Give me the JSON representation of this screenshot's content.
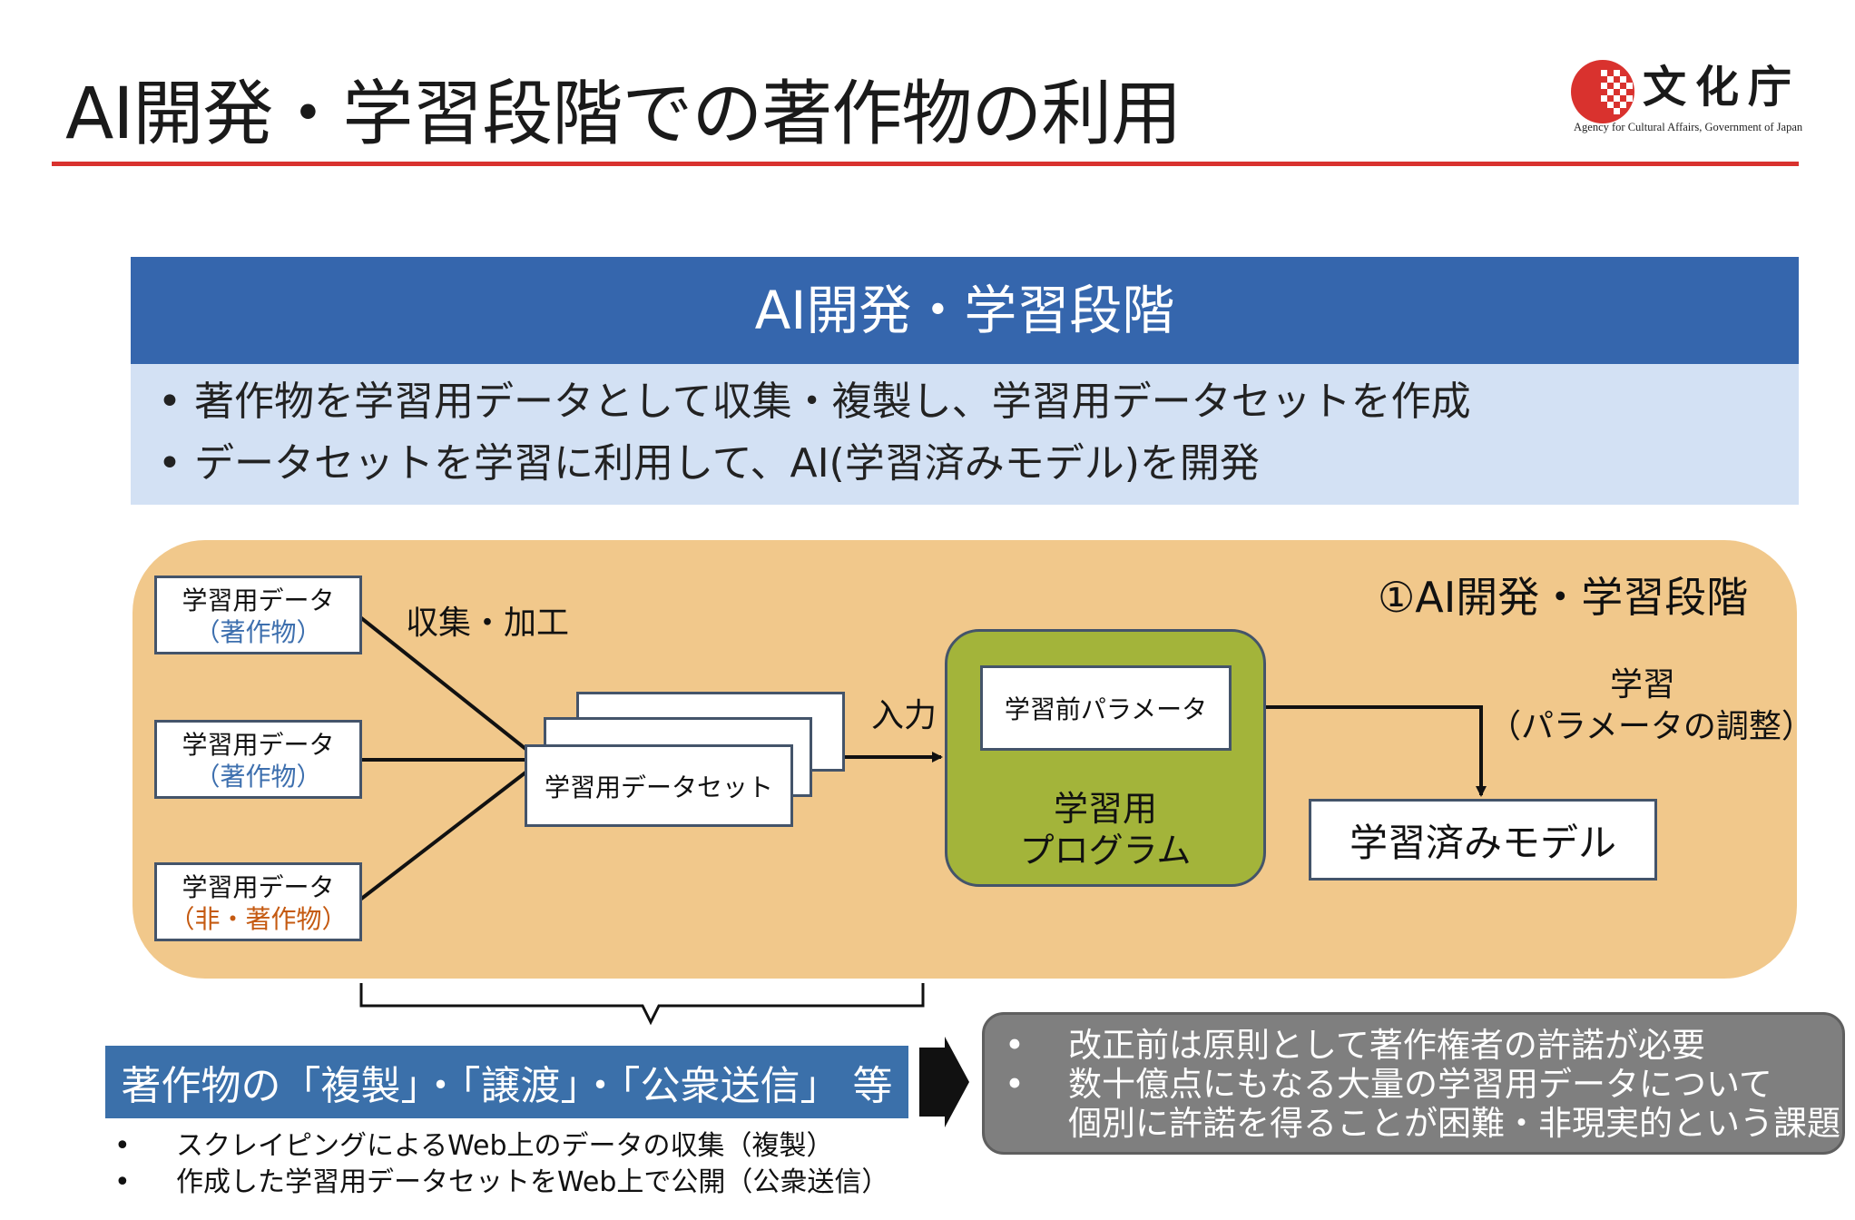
{
  "header": {
    "title": "AI開発・学習段階での著作物の利用",
    "logo_text": "文化庁",
    "logo_subtitle": "Agency for Cultural Affairs, Government of Japan"
  },
  "banner": {
    "title": "AI開発・学習段階",
    "bullets": [
      "著作物を学習用データとして収集・複製し、学習用データセットを作成",
      "データセットを学習に利用して、AI(学習済みモデル)を開発"
    ]
  },
  "diagram": {
    "stage_label": "①AI開発・学習段階",
    "data_sources": [
      {
        "title": "学習用データ",
        "sub": "（著作物）"
      },
      {
        "title": "学習用データ",
        "sub": "（著作物）"
      },
      {
        "title": "学習用データ",
        "sub": "（非・著作物）"
      }
    ],
    "collect_label": "収集・加工",
    "dataset_label": "学習用データセット",
    "input_label": "入力",
    "param_label": "学習前パラメータ",
    "program_label_1": "学習用",
    "program_label_2": "プログラム",
    "learn_label_1": "学習",
    "learn_label_2": "（パラメータの調整）",
    "model_label": "学習済みモデル"
  },
  "bottom": {
    "acts_title": "著作物の「複製」・「譲渡」・「公衆送信」 等",
    "examples": [
      "スクレイピングによるWeb上のデータの収集（複製）",
      "作成した学習用データセットをWeb上で公開（公衆送信）"
    ],
    "note_1": "改正前は原則として著作権者の許諾が必要",
    "note_2a": "数十億点にもなる大量の学習用データについて",
    "note_2b": "個別に許諾を得ることが困難・非現実的という課題"
  },
  "colors": {
    "title_rule": "#d9322e",
    "banner_blue": "#3566ad",
    "summary_bg": "#d3e1f4",
    "stage_bg": "#f1c88b",
    "program_green": "#a3b43a",
    "note_gray": "#7f7f7f"
  }
}
